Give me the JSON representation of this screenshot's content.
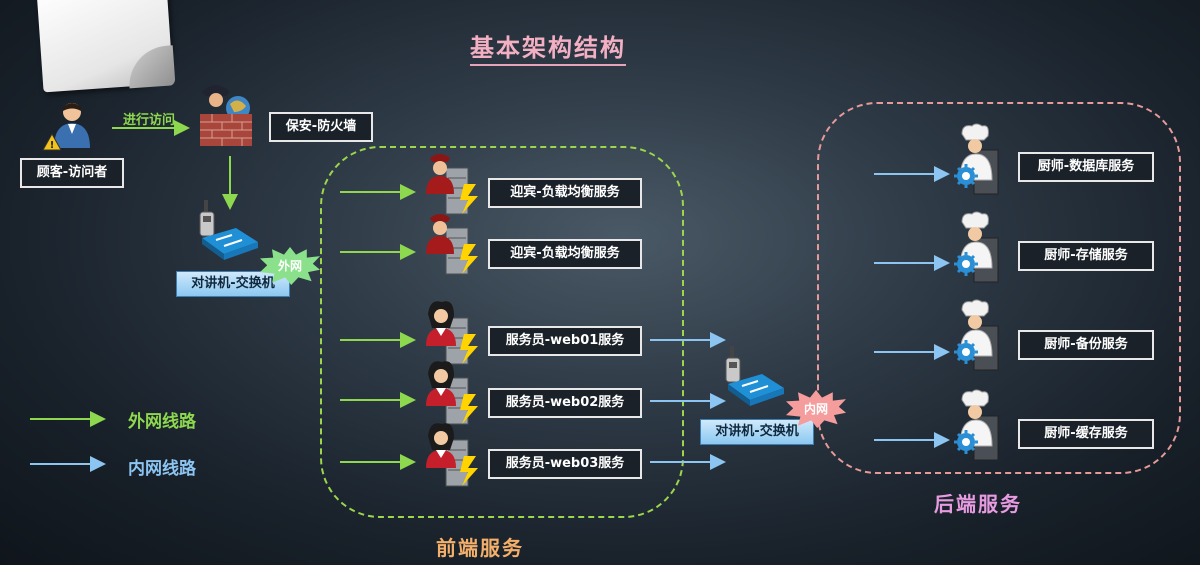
{
  "title": "基本架构结构",
  "visitor": {
    "label": "顾客-访问者"
  },
  "visit_arrow": {
    "label": "进行访问"
  },
  "firewall": {
    "label": "保安-防火墙"
  },
  "switch_outer": {
    "label": "对讲机-交换机",
    "badge": "外网"
  },
  "switch_inner": {
    "label": "对讲机-交换机",
    "badge": "内网"
  },
  "frontend": {
    "section_label": "前端服务",
    "load_balancers": [
      {
        "label": "迎宾-负载均衡服务"
      },
      {
        "label": "迎宾-负载均衡服务"
      }
    ],
    "web_servers": [
      {
        "label": "服务员-web01服务"
      },
      {
        "label": "服务员-web02服务"
      },
      {
        "label": "服务员-web03服务"
      }
    ]
  },
  "backend": {
    "section_label": "后端服务",
    "services": [
      {
        "label": "厨师-数据库服务"
      },
      {
        "label": "厨师-存储服务"
      },
      {
        "label": "厨师-备份服务"
      },
      {
        "label": "厨师-缓存服务"
      }
    ]
  },
  "legend": {
    "external": {
      "label": "外网线路"
    },
    "internal": {
      "label": "内网线路"
    }
  },
  "colors": {
    "external_line": "#8ed84f",
    "internal_line": "#8cc5f2",
    "title": "#f3b0c3",
    "frontend_label": "#f4b06a",
    "backend_label": "#e79be0",
    "zone_front": "#9cd64a",
    "zone_back": "#e89a9a"
  },
  "icons": [
    "user-warning-icon",
    "guard-firewall-icon",
    "walkie-talkie-switch-icon",
    "doorman-server-icon",
    "waiter-server-icon",
    "chef-server-icon"
  ]
}
